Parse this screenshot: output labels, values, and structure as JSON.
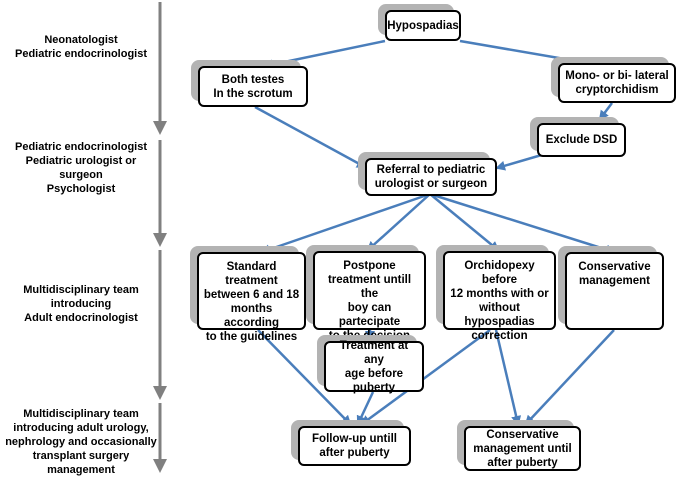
{
  "colors": {
    "arrow": "#4a7ebb",
    "timeline": "#808080",
    "shadow": "#b3b3b3",
    "border": "#000000"
  },
  "side_labels": {
    "stage1": "Neonatologist\nPediatric endocrinologist",
    "stage2": "Pediatric endocrinologist\nPediatric urologist or surgeon\nPsychologist",
    "stage3": "Multidisciplinary team\nintroducing\nAdult endocrinologist",
    "stage4": "Multidisciplinary team\nintroducing adult urology,\nnephrology and occasionally\ntransplant surgery\nmanagement"
  },
  "nodes": {
    "hypospadias": "Hypospadias",
    "both_testes": "Both testes\nIn the scrotum",
    "cryptorchidism": "Mono- or bi- lateral\ncryptorchidism",
    "exclude_dsd": "Exclude DSD",
    "referral": "Referral to pediatric\nurologist or surgeon",
    "standard_treatment": "Standard treatment\nbetween 6 and 18\nmonths according\nto the guidelines",
    "postpone": "Postpone\ntreatment untill the\nboy can partecipate\nto the decision\nprocess",
    "orchidopexy": "Orchidopexy before\n12 months with or\nwithout\nhypospadias\ncorrection",
    "conservative": "Conservative\nmanagement",
    "treatment_any_age": "Treatment at any\nage before\npuberty",
    "follow_up": "Follow-up untill\nafter puberty",
    "conservative_until": "Conservative\nmanagement until\nafter puberty"
  }
}
